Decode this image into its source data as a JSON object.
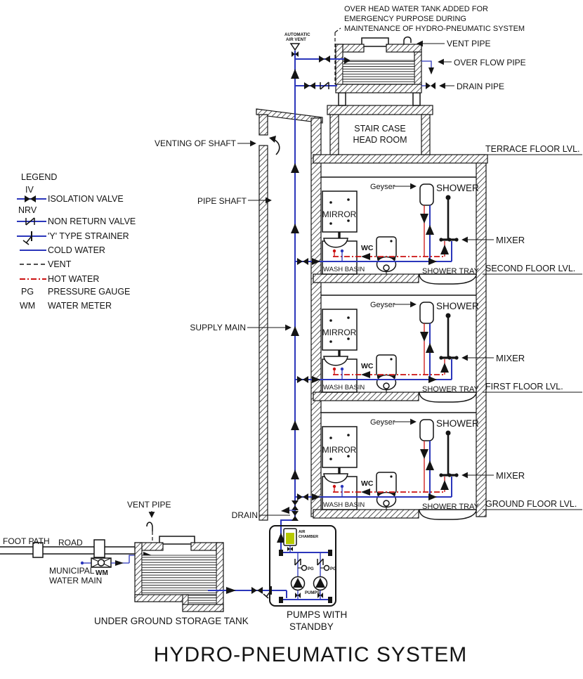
{
  "title": "HYDRO-PNEUMATIC SYSTEM",
  "note": [
    "OVER HEAD WATER TANK  ADDED FOR",
    "EMERGENCY PURPOSE DURING",
    "MAINTENANCE OF HYDRO-PNEUMATIC SYSTEM"
  ],
  "labels": {
    "automatic_air_vent_1": "AUTOMATIC",
    "automatic_air_vent_2": "AIR VENT",
    "vent_pipe_top": "VENT PIPE",
    "overflow_pipe": "OVER FLOW PIPE",
    "drain_pipe": "DRAIN PIPE",
    "stair_case_1": "STAIR CASE",
    "stair_case_2": "HEAD ROOM",
    "terrace_level": "TERRACE FLOOR LVL.",
    "venting_of_shaft": "VENTING OF SHAFT",
    "pipe_shaft": "PIPE SHAFT",
    "supply_main": "SUPPLY MAIN",
    "drain": "DRAIN",
    "vent_pipe_bottom": "VENT PIPE",
    "foot_path": "FOOT PATH",
    "road": "ROAD",
    "municipal_1": "MUNICIPAL",
    "municipal_2": "WATER MAIN",
    "wm": "WM",
    "ug_tank": "UNDER GROUND STORAGE TANK",
    "pumps_with_1": "PUMPS WITH",
    "pumps_with_2": "STANDBY",
    "air_chamber_1": "AIR",
    "air_chamber_2": "CHAMBER",
    "pg": "PG",
    "pumps": "PUMPS"
  },
  "legend": {
    "heading": "LEGEND",
    "items": [
      {
        "abbr": "IV",
        "label": "ISOLATION VALVE"
      },
      {
        "abbr": "NRV",
        "label": "NON RETURN VALVE"
      },
      {
        "abbr": "",
        "label": "'Y' TYPE STRAINER"
      },
      {
        "abbr": "",
        "label": "COLD WATER"
      },
      {
        "abbr": "",
        "label": "VENT"
      },
      {
        "abbr": "",
        "label": "HOT WATER"
      },
      {
        "abbr": "PG",
        "label": "PRESSURE GAUGE"
      },
      {
        "abbr": "WM",
        "label": "WATER METER"
      }
    ]
  },
  "fixtures": {
    "geyser": "Geyser",
    "shower": "SHOWER",
    "mirror": "MIRROR",
    "wc": "WC",
    "wash_basin": "WASH BASIN",
    "shower_tray": "SHOWER TRAY",
    "mixer": "MIXER"
  },
  "floors": [
    {
      "level_label": "SECOND FLOOR LVL."
    },
    {
      "level_label": "FIRST FLOOR LVL."
    },
    {
      "level_label": "GROUND FLOOR LVL."
    }
  ],
  "colors": {
    "cold_water": "#2b36bb",
    "hot_water": "#cc1111",
    "vent": "#141414",
    "air_chamber_fill": "#b6c900"
  }
}
